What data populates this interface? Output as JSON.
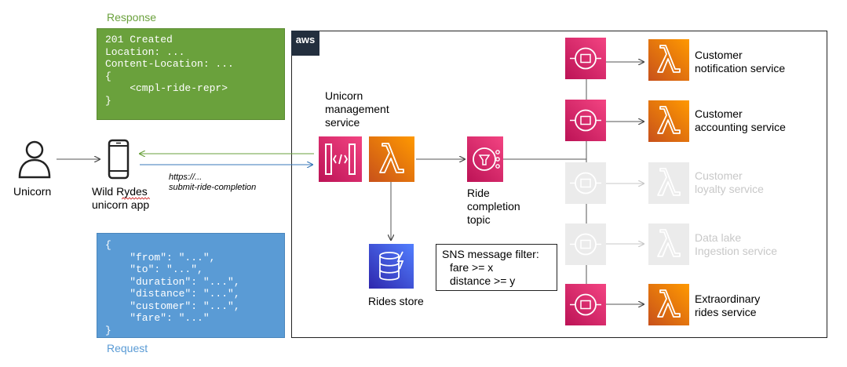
{
  "response": {
    "title": "Response",
    "lines": [
      "201 Created",
      "Location: ...",
      "Content-Location: ...",
      "",
      "{",
      "    <cmpl-ride-repr>",
      "}"
    ]
  },
  "request": {
    "title": "Request",
    "lines": [
      "{",
      "    \"from\": \"...\",",
      "    \"to\": \"...\",",
      "    \"duration\": \"...\",",
      "    \"distance\": \"...\",",
      "    \"customer\": \"...\",",
      "    \"fare\": \"...\"",
      "}"
    ]
  },
  "actors": {
    "unicorn": "Unicorn",
    "app_line1": "Wild Rydes",
    "app_line2": "unicorn app"
  },
  "endpoint": {
    "line1": "https://...",
    "line2": "submit-ride-completion"
  },
  "aws_logo": "aws",
  "management": {
    "line1": "Unicorn",
    "line2": "management",
    "line3": "service"
  },
  "rides_store": "Rides store",
  "topic": {
    "line1": "Ride",
    "line2": "completion",
    "line3": "topic"
  },
  "filter": {
    "line1": "SNS message filter:",
    "line2": "fare >= x",
    "line3": "distance >= y"
  },
  "subscribers": [
    {
      "line1": "Customer",
      "line2": "notification service",
      "active": true
    },
    {
      "line1": "Customer",
      "line2": "accounting service",
      "active": true
    },
    {
      "line1": "Customer",
      "line2": "loyalty service",
      "active": false
    },
    {
      "line1": "Data lake",
      "line2": "Ingestion service",
      "active": false
    },
    {
      "line1": "Extraordinary",
      "line2": "rides service",
      "active": true
    }
  ],
  "colors": {
    "response_green": "#6aa13c",
    "request_blue": "#5a9bd5",
    "sns_pink": "#e7157b",
    "lambda_orange": "#ed7100",
    "dynamo_blue": "#3b48cc",
    "faded_gray": "#c8c8c8"
  },
  "icons": [
    "user-icon",
    "smartphone-icon",
    "api-gateway-icon",
    "lambda-icon",
    "dynamodb-icon",
    "sns-topic-icon",
    "sns-queue-icon"
  ]
}
